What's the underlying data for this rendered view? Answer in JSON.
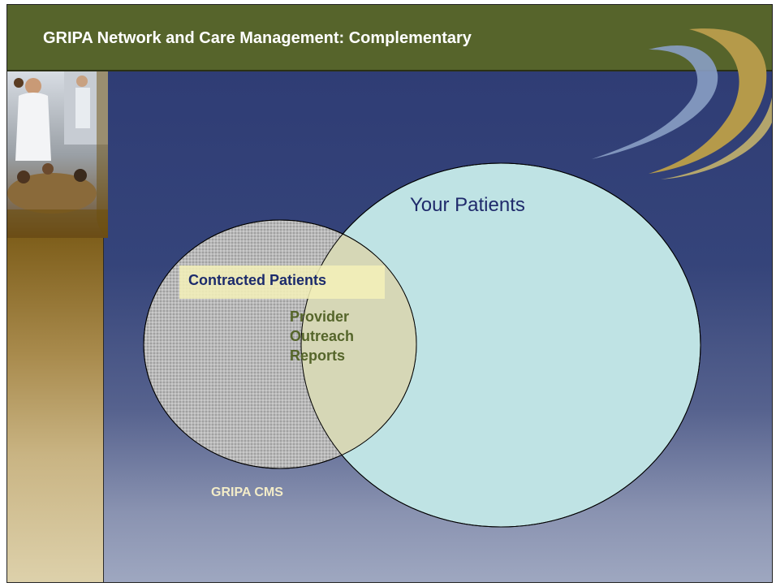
{
  "slide": {
    "title": "GRIPA Network and Care Management: Complementary"
  },
  "diagram": {
    "your_patients_label": "Your Patients",
    "contracted_patients_label": "Contracted Patients",
    "overlap_label_lines": [
      "Provider",
      "Outreach",
      "Reports"
    ],
    "small_circle_label": "GRIPA CMS"
  },
  "colors": {
    "title_bar": "#56642b",
    "background": "#2d3a73",
    "large_circle": "#bfe3e4",
    "small_circle": "#b7b7b7",
    "overlap": "#d6d7b6",
    "label_highlight": "#f4f1b8"
  }
}
